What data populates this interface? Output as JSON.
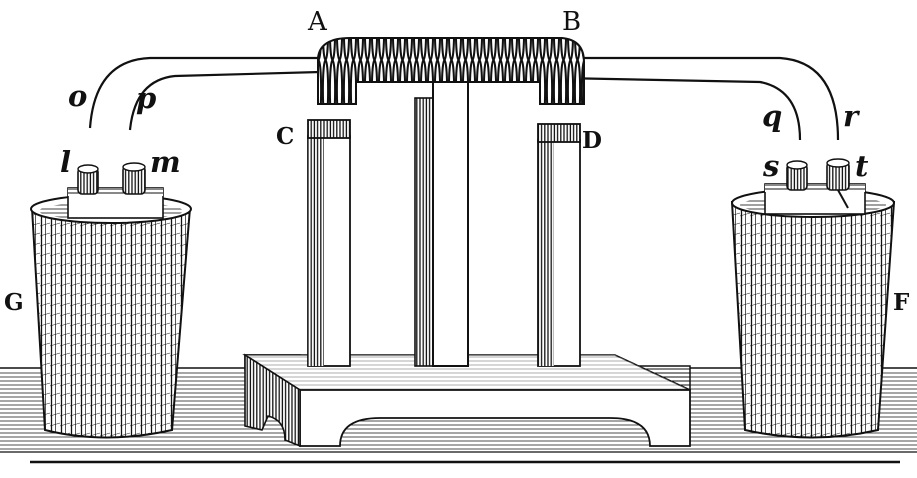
{
  "labels": {
    "A": "A",
    "B": "B",
    "C": "C",
    "D": "D",
    "G": "G",
    "F": "F",
    "o": "o",
    "p": "p",
    "q": "q",
    "r": "r",
    "l": "l",
    "m": "m",
    "s": "s",
    "t": "t"
  },
  "colors": {
    "ink": "#111111",
    "paper": "#ffffff"
  }
}
